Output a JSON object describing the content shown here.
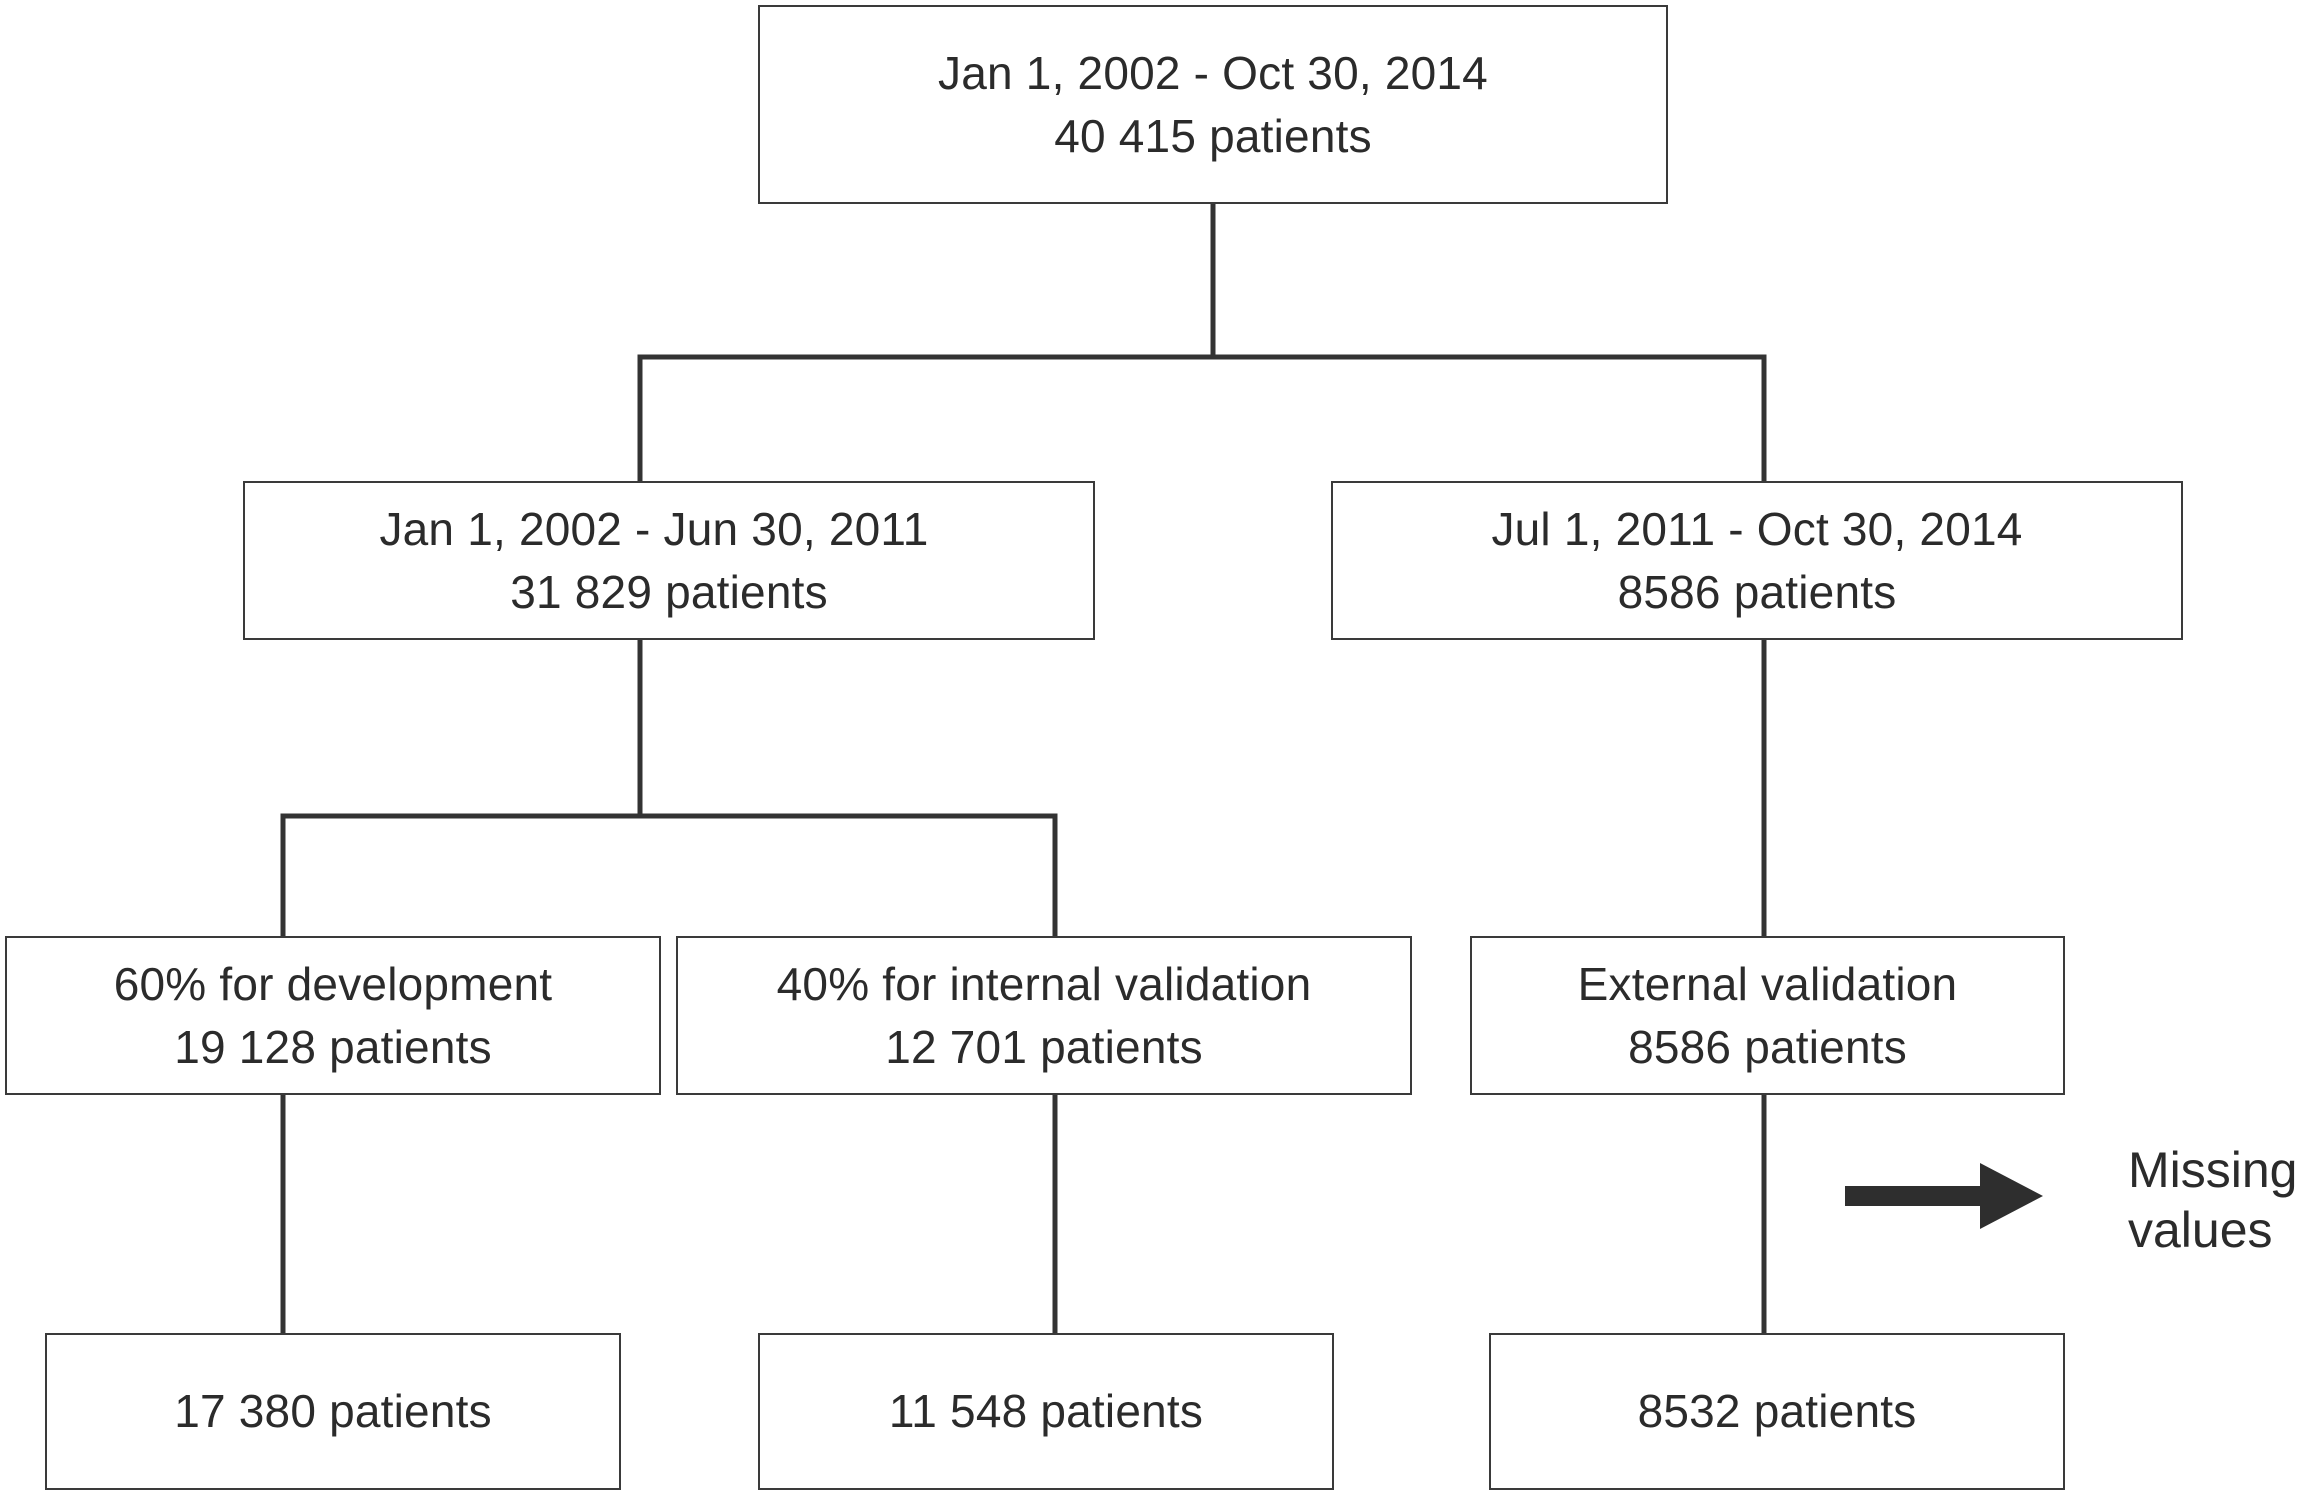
{
  "diagram": {
    "top": {
      "period": "Jan 1, 2002 - Oct 30, 2014",
      "patients": "40 415 patients"
    },
    "left_period": {
      "period": "Jan 1, 2002 - Jun 30, 2011",
      "patients": "31 829 patients"
    },
    "right_period": {
      "period": "Jul 1, 2011 - Oct 30, 2014",
      "patients": "8586 patients"
    },
    "development": {
      "label": "60% for development",
      "patients": "19 128 patients"
    },
    "internal_validation": {
      "label": "40% for internal validation",
      "patients": "12 701 patients"
    },
    "external_validation": {
      "label": "External validation",
      "patients": "8586 patients"
    },
    "development_final": {
      "patients": "17 380 patients"
    },
    "internal_final": {
      "patients": "11 548 patients"
    },
    "external_final": {
      "patients": "8532 patients"
    },
    "missing": {
      "line1": "Missing",
      "line2": "values"
    }
  }
}
